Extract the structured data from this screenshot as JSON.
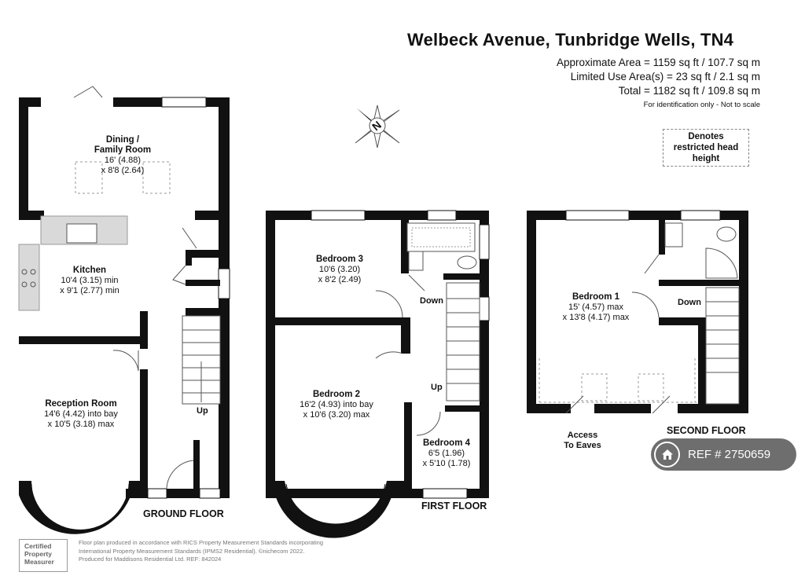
{
  "header": {
    "title": "Welbeck Avenue, Tunbridge Wells, TN4",
    "approx_area": "Approximate Area = 1159 sq ft / 107.7 sq m",
    "limited_use": "Limited Use Area(s) = 23 sq ft / 2.1 sq m",
    "total": "Total = 1182 sq ft / 109.8 sq m",
    "note": "For identification only - Not to scale"
  },
  "legend": {
    "restricted": "Denotes restricted head height"
  },
  "compass": {
    "letter": "N",
    "icon": "compass-icon"
  },
  "ground_floor": {
    "label": "GROUND FLOOR",
    "dining": {
      "name_1": "Dining /",
      "name_2": "Family Room",
      "dim_1": "16' (4.88)",
      "dim_2": "x 8'8 (2.64)"
    },
    "kitchen": {
      "name": "Kitchen",
      "dim_1": "10'4 (3.15) min",
      "dim_2": "x 9'1 (2.77) min"
    },
    "reception": {
      "name": "Reception Room",
      "dim_1": "14'6 (4.42) into bay",
      "dim_2": "x 10'5 (3.18) max"
    },
    "stairs": "Up"
  },
  "first_floor": {
    "label": "FIRST FLOOR",
    "bedroom3": {
      "name": "Bedroom 3",
      "dim_1": "10'6 (3.20)",
      "dim_2": "x 8'2 (2.49)"
    },
    "bedroom2": {
      "name": "Bedroom 2",
      "dim_1": "16'2 (4.93) into bay",
      "dim_2": "x 10'6 (3.20) max"
    },
    "bedroom4": {
      "name": "Bedroom 4",
      "dim_1": "6'5 (1.96)",
      "dim_2": "x 5'10 (1.78)"
    },
    "down": "Down",
    "up": "Up"
  },
  "second_floor": {
    "label": "SECOND FLOOR",
    "bedroom1": {
      "name": "Bedroom 1",
      "dim_1": "15' (4.57) max",
      "dim_2": "x 13'8 (4.17) max"
    },
    "down": "Down",
    "eaves_1": "Access",
    "eaves_2": "To Eaves"
  },
  "ref_badge": {
    "text": "REF # 2750659",
    "icon": "home-icon"
  },
  "footer": {
    "logo_1": "Certified",
    "logo_2": "Property",
    "logo_3": "Measurer",
    "line_1": "Floor plan produced in accordance with RICS Property Measurement Standards incorporating",
    "line_2": "International Property Measurement Standards (IPMS2 Residential).  ©nichecom 2022.",
    "line_3": "Produced for Maddisons Residential Ltd.   REF:  842024"
  }
}
